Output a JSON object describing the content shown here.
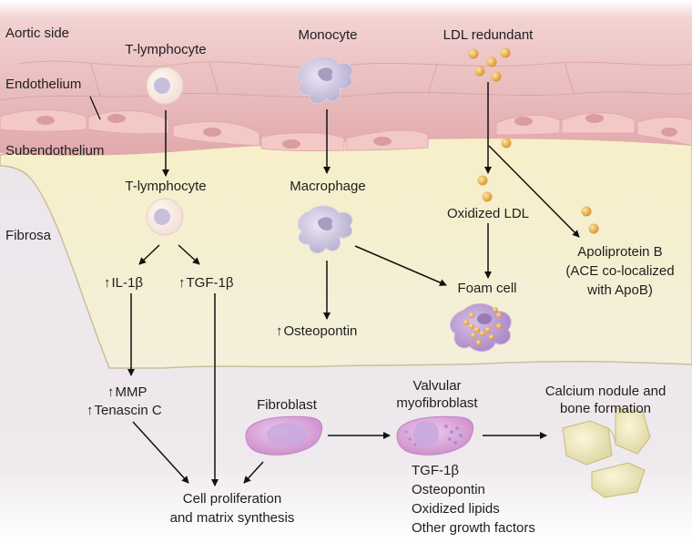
{
  "regions": {
    "aortic_side": "Aortic side",
    "endothelium": "Endothelium",
    "subendothelium": "Subendothelium",
    "fibrosa": "Fibrosa"
  },
  "cells": {
    "t_lymphocyte_top": "T-lymphocyte",
    "monocyte": "Monocyte",
    "ldl_redundant": "LDL redundant",
    "t_lymphocyte_mid": "T-lymphocyte",
    "macrophage": "Macrophage",
    "oxidized_ldl": "Oxidized LDL",
    "apolipoprotein_b": [
      "Apoliprotein B",
      "(ACE co-localized",
      "with ApoB)"
    ],
    "foam_cell": "Foam cell",
    "fibroblast": "Fibroblast",
    "valvular_myofibroblast": [
      "Valvular",
      "myofibroblast"
    ],
    "calcium_nodule": [
      "Calcium nodule and",
      "bone formation"
    ]
  },
  "mediators": {
    "il1b": "IL-1β",
    "tgf1b": "TGF-1β",
    "osteopontin": "Osteopontin",
    "mmp": "MMP",
    "tenascin_c": "Tenascin C"
  },
  "outcomes": {
    "cell_proliferation": [
      "Cell proliferation",
      "and matrix synthesis"
    ],
    "myofibroblast_factors": [
      "TGF-1β",
      "Osteopontin",
      "Oxidized lipids",
      "Other growth factors"
    ]
  },
  "colors": {
    "aortic": "#ecbcbc",
    "endothelial_cell": "#f3c9c8",
    "subendothelium": "#f5f0d6",
    "fibrosa": "#ece6ea",
    "lipid": "#e8a93a",
    "monocyte": "#c9c2dc",
    "fibroblast": "#d9a6d6"
  }
}
